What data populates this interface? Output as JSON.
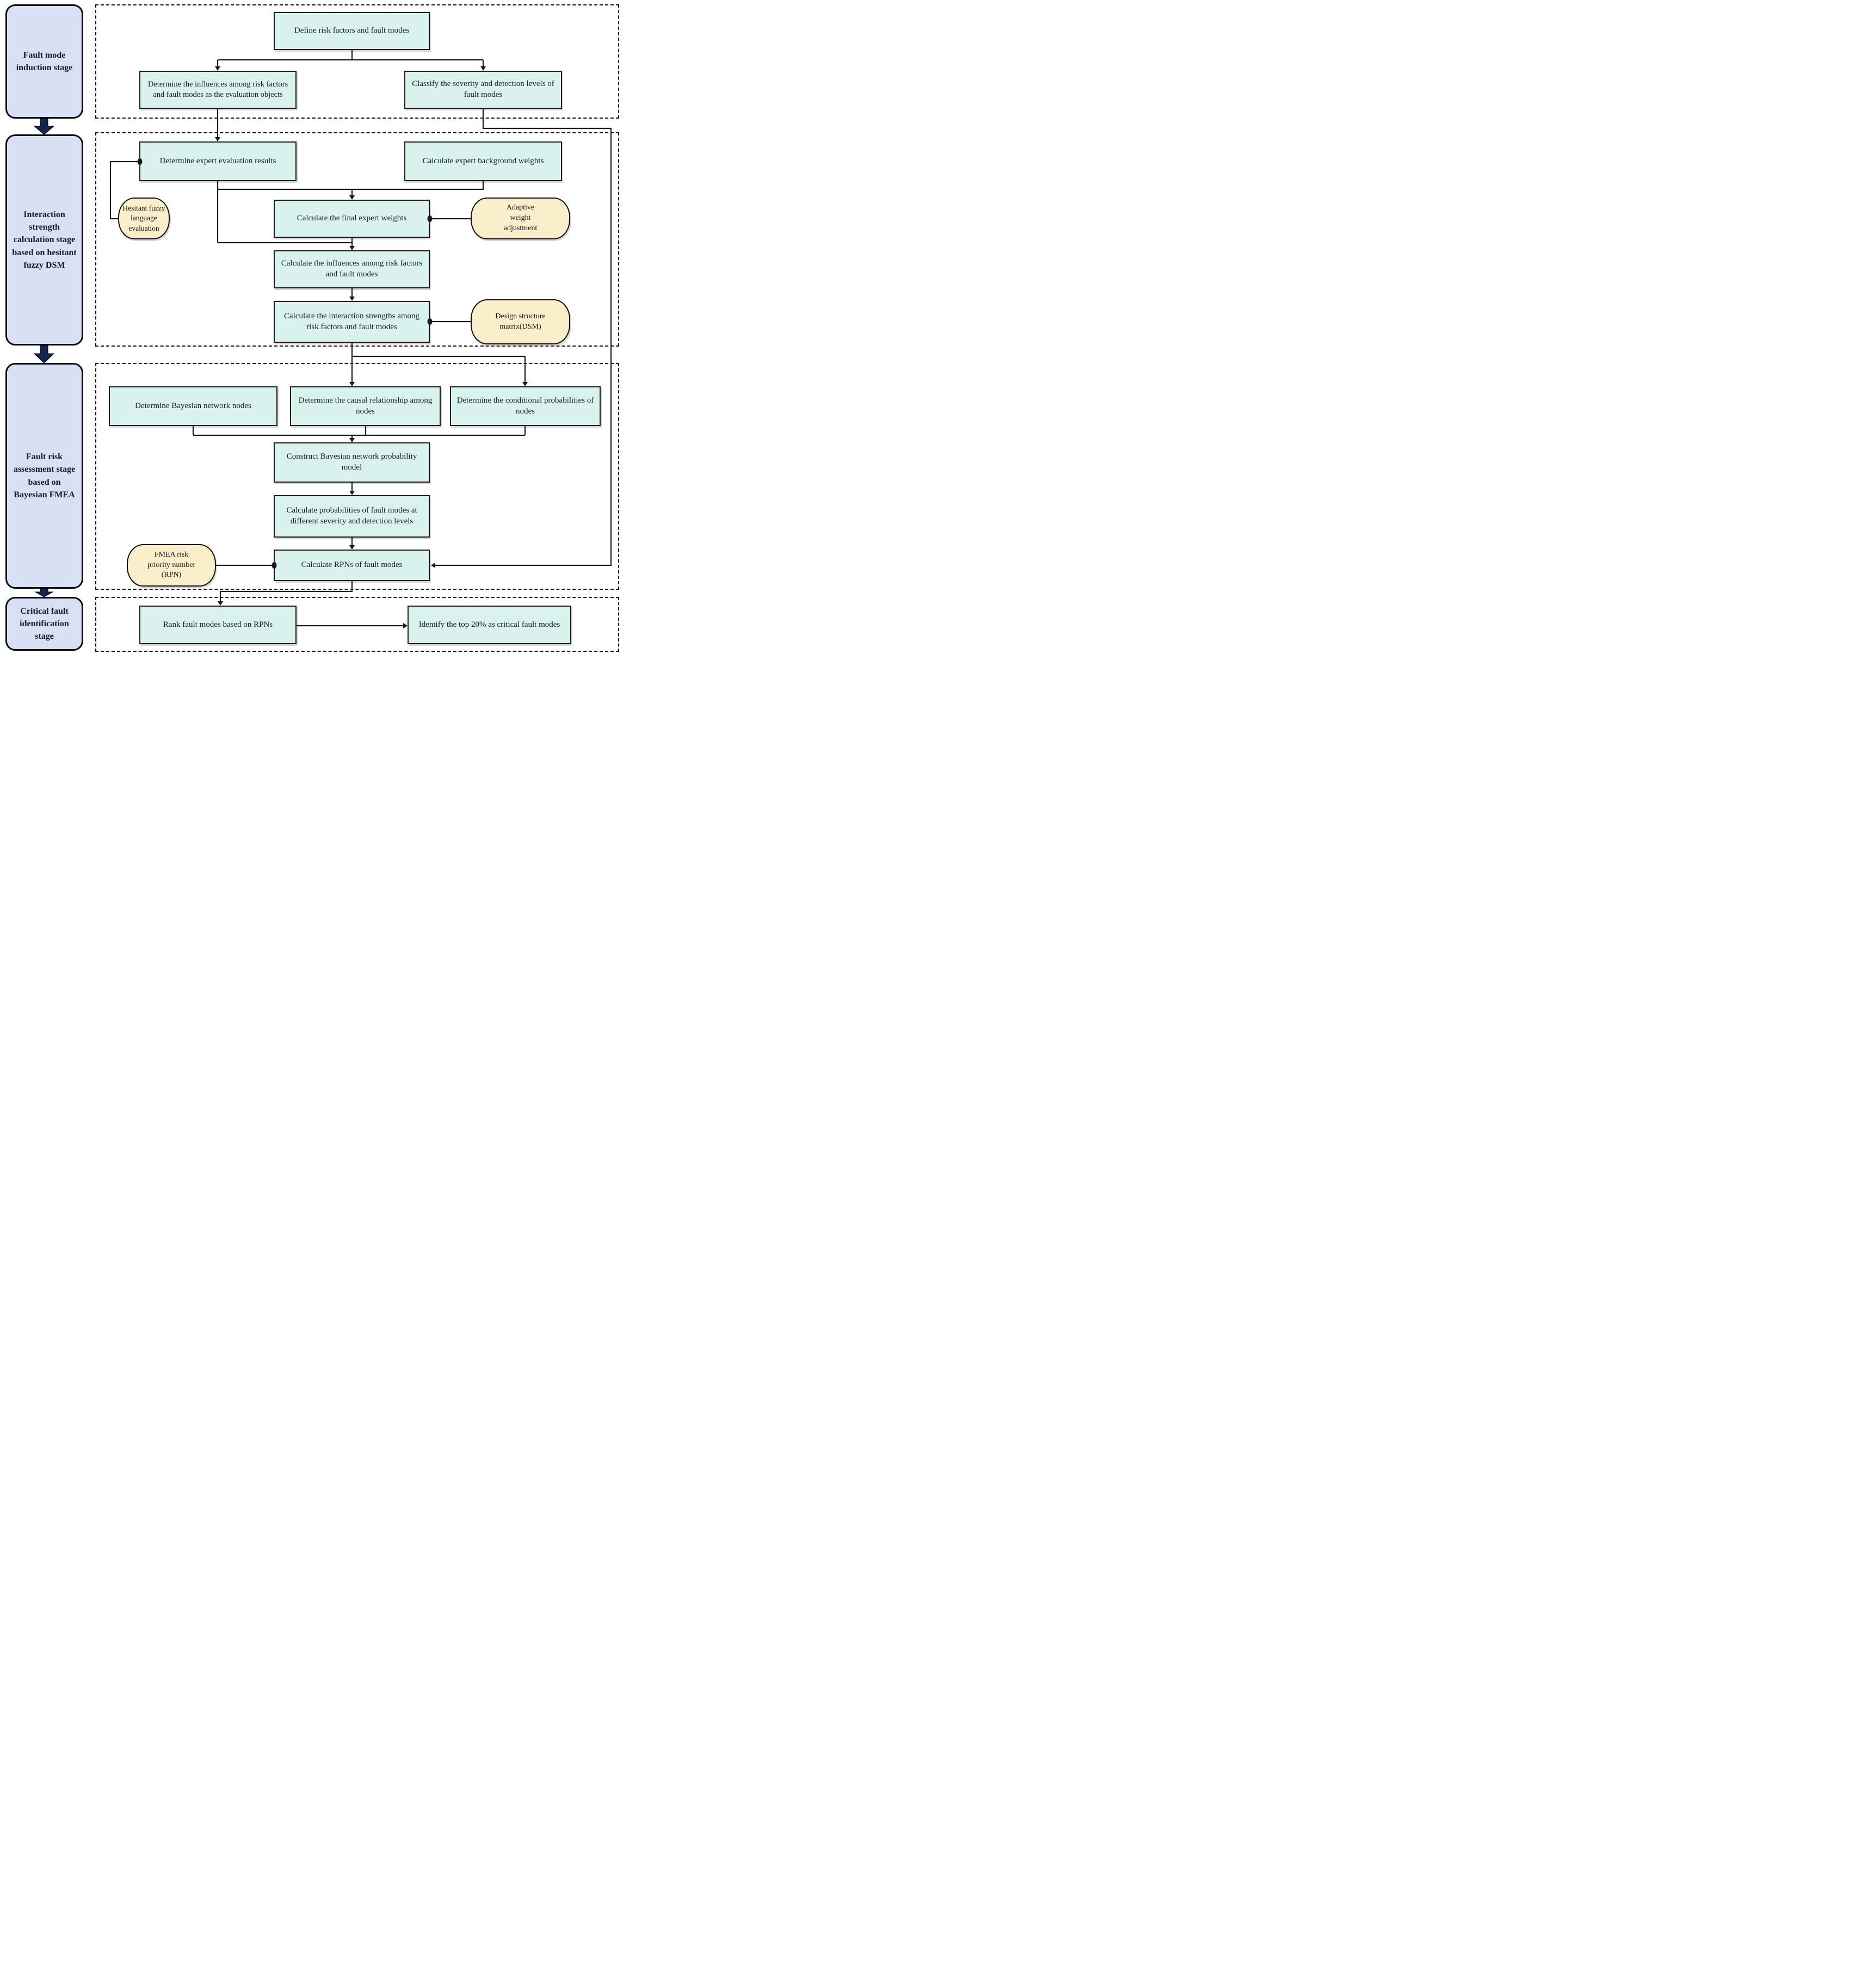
{
  "diagram": {
    "stages": [
      {
        "label": "Fault mode induction stage"
      },
      {
        "label": "Interaction strength calculation stage based on hesitant fuzzy DSM"
      },
      {
        "label": "Fault risk assessment stage based on Bayesian FMEA"
      },
      {
        "label": "Critical fault identification stage"
      }
    ],
    "nodes": {
      "define": "Define risk factors and fault modes",
      "influences_objects": "Determine the influences among risk factors and fault modes as the evaluation objects",
      "classify": "Classify the severity and detection levels of fault modes",
      "expert_eval": "Determine expert evaluation results",
      "background_weights": "Calculate expert background weights",
      "final_weights": "Calculate the final expert weights",
      "calc_influences": "Calculate the influences among risk factors and fault modes",
      "interaction_strengths": "Calculate the interaction strengths among risk factors and fault modes",
      "bn_nodes": "Determine Bayesian network nodes",
      "causal": "Determine the causal relationship among nodes",
      "conditional": "Determine the conditional probabilities of nodes",
      "construct_bn": "Construct Bayesian network probability model",
      "calc_prob": "Calculate probabilities of fault modes at different severity and detection levels",
      "calc_rpn": "Calculate RPNs of fault modes",
      "rank": "Rank fault modes based on RPNs",
      "identify": "Identify the top 20% as critical fault modes"
    },
    "callouts": {
      "hesitant": "Hesitant fuzzy language evaluation",
      "adaptive": "Adaptive weight adjustment",
      "dsm": "Design structure matrix(DSM)",
      "fmea_rpn": "FMEA risk priority number (RPN)"
    },
    "colors": {
      "stage_fill": "#d8e0f3",
      "process_fill": "#d9f2ee",
      "callout_fill": "#faeecb",
      "arrow_fill": "#17244e",
      "line": "#1a1a1a"
    }
  }
}
